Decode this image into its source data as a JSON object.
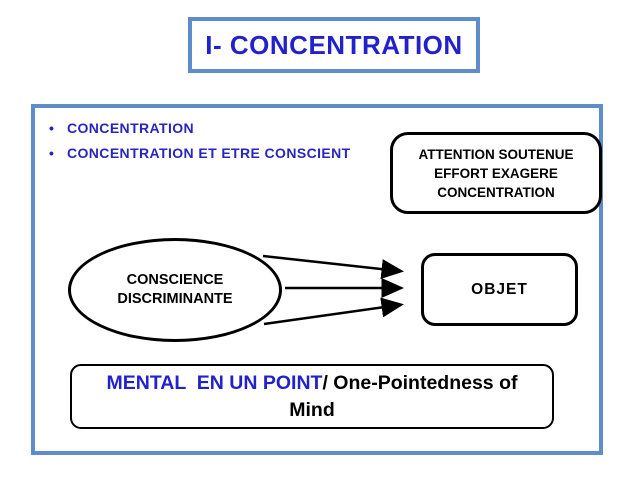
{
  "title": "I- CONCENTRATION",
  "colors": {
    "accent_blue": "#5E8DCB",
    "text_blue": "#2222CC",
    "shape_stroke": "#000000"
  },
  "bullets": [
    {
      "marker": "•",
      "label": "CONCENTRATION"
    },
    {
      "marker": "•",
      "label": "CONCENTRATION ET ETRE CONSCIENT"
    }
  ],
  "attention_box": {
    "line1": "ATTENTION SOUTENUE",
    "line2": "EFFORT EXAGERE",
    "line3": "CONCENTRATION"
  },
  "ellipse": {
    "line1": "CONSCIENCE",
    "line2": "DISCRIMINANTE"
  },
  "objet_box": {
    "label": "OBJET"
  },
  "bottom_box": {
    "blue_text": "MENTAL  EN UN POINT",
    "black_text_line1": "/ One-Pointedness of",
    "black_text_line2": "Mind"
  }
}
